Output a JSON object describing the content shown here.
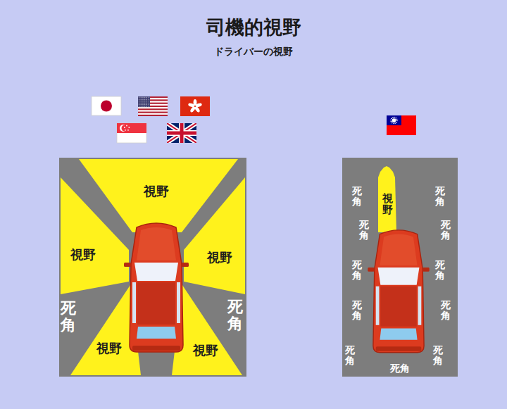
{
  "diagram": {
    "title": "司機的視野",
    "nodes": [
      {
        "text": [
          "死角",
          "死角"
        ]
      },
      {
        "text": [
          "視野"
        ],
        "in": 0
      },
      {
        "text": [
          "視野"
        ],
        "in": 0
      },
      {
        "text": [
          "視野"
        ],
        "in": 0
      },
      {
        "text": [
          "視野"
        ],
        "in": 0
      },
      {
        "text": [
          "視野"
        ],
        "in": 0
      },
      {
        "text": [
          "死角",
          "死角",
          "死角",
          "死角",
          "死角",
          "死角",
          "死角",
          "死角",
          "死角",
          "死角",
          "死角"
        ]
      },
      {
        "text": [
          "視野"
        ],
        "in": 6
      }
    ],
    "labels": [
      "ドライバーの視野"
    ]
  }
}
